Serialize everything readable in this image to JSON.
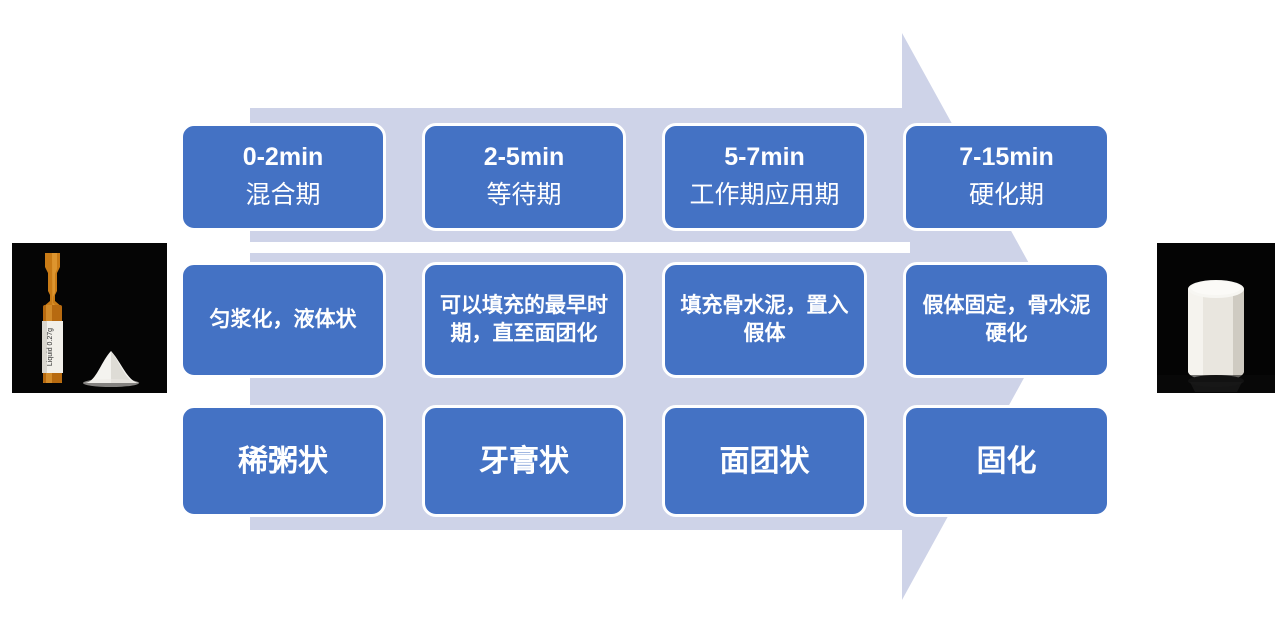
{
  "slide": {
    "background_color": "#ffffff",
    "accent_color": "#4472C4",
    "arrow_color": "#ced3e8",
    "arrow_direction": "right"
  },
  "timeline": {
    "phases": [
      {
        "time": "0-2min",
        "phase_name": "混合期",
        "description": "匀浆化，液体状",
        "state": "稀粥状"
      },
      {
        "time": "2-5min",
        "phase_name": "等待期",
        "description": "可以填充的最早时期，直至面团化",
        "state": "牙膏状"
      },
      {
        "time": "5-7min",
        "phase_name": "工作期应用期",
        "description": "填充骨水泥，置入假体",
        "state": "面团状"
      },
      {
        "time": "7-15min",
        "phase_name": "硬化期",
        "description": "假体固定，骨水泥硬化",
        "state": "固化"
      }
    ]
  },
  "photos": {
    "left": {
      "caption": "ampoule-and-powder",
      "ampoule_label": "Liquid 0.27g"
    },
    "right": {
      "caption": "hardened-cement-cylinder"
    }
  }
}
